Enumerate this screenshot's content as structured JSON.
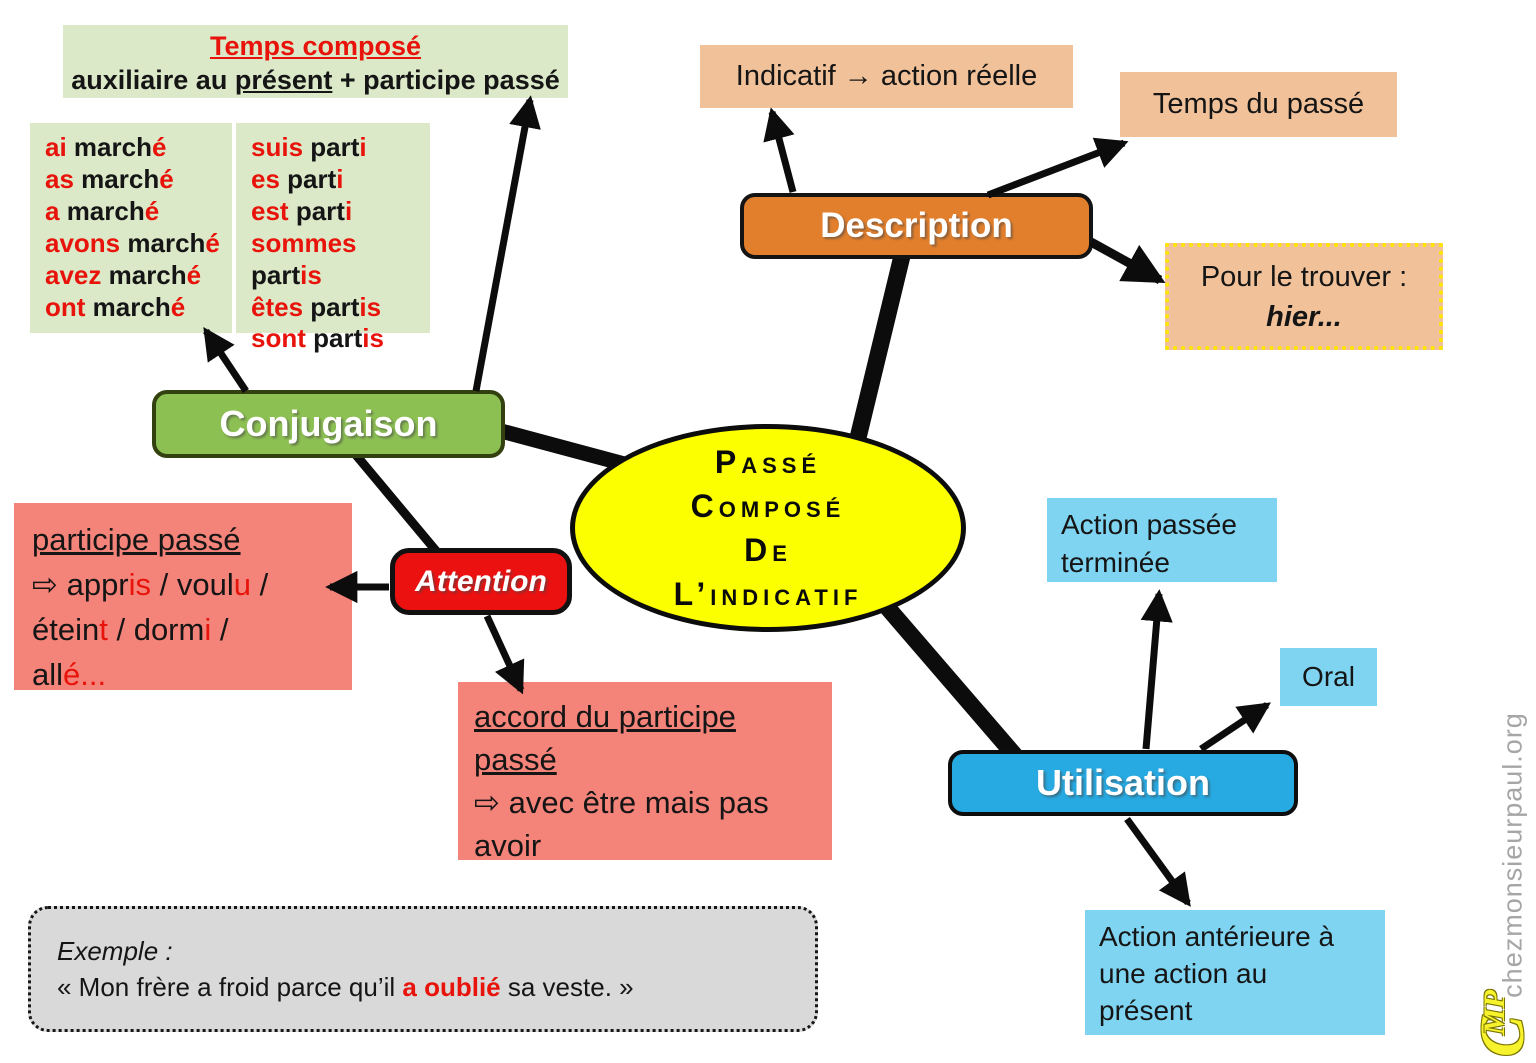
{
  "palette": {
    "red_text": "#e8140b",
    "node_green": "#8dc053",
    "node_orange": "#e27f2d",
    "node_blue": "#27a9e1",
    "node_red": "#ec1111",
    "ellipse_yellow": "#fcff00",
    "light_green": "#dbe9c9",
    "peach": "#f1c29a",
    "salmon": "#f48379",
    "light_blue": "#7fd4f2",
    "example_gray": "#d9d9d9",
    "trouver_border_yellow": "#ffe600"
  },
  "center": {
    "lines": [
      "Passé",
      "Composé",
      "De",
      "L’indicatif"
    ]
  },
  "conjugaison": {
    "label": "Conjugaison",
    "formula": {
      "title_segments": [
        {
          "t": "Temps composé",
          "c": "#e8140b",
          "u": true
        }
      ],
      "line2_segments": [
        {
          "t": "auxiliaire au "
        },
        {
          "t": "présent",
          "u": true
        },
        {
          "t": " + participe passé"
        }
      ]
    },
    "avoir_rows": [
      [
        {
          "t": "ai ",
          "c": "#e8140b"
        },
        {
          "t": "march"
        },
        {
          "t": "é",
          "c": "#e8140b"
        }
      ],
      [
        {
          "t": "as ",
          "c": "#e8140b"
        },
        {
          "t": "march"
        },
        {
          "t": "é",
          "c": "#e8140b"
        }
      ],
      [
        {
          "t": "a ",
          "c": "#e8140b"
        },
        {
          "t": "march"
        },
        {
          "t": "é",
          "c": "#e8140b"
        }
      ],
      [
        {
          "t": "avons ",
          "c": "#e8140b"
        },
        {
          "t": "march"
        },
        {
          "t": "é",
          "c": "#e8140b"
        }
      ],
      [
        {
          "t": "avez ",
          "c": "#e8140b"
        },
        {
          "t": "march"
        },
        {
          "t": "é",
          "c": "#e8140b"
        }
      ],
      [
        {
          "t": "ont ",
          "c": "#e8140b"
        },
        {
          "t": "march"
        },
        {
          "t": "é",
          "c": "#e8140b"
        }
      ]
    ],
    "etre_rows": [
      [
        {
          "t": "suis ",
          "c": "#e8140b"
        },
        {
          "t": "part"
        },
        {
          "t": "i",
          "c": "#e8140b"
        }
      ],
      [
        {
          "t": "es ",
          "c": "#e8140b"
        },
        {
          "t": "part"
        },
        {
          "t": "i",
          "c": "#e8140b"
        }
      ],
      [
        {
          "t": "est ",
          "c": "#e8140b"
        },
        {
          "t": "part"
        },
        {
          "t": "i",
          "c": "#e8140b"
        }
      ],
      [
        {
          "t": "sommes ",
          "c": "#e8140b"
        },
        {
          "t": "part"
        },
        {
          "t": "is",
          "c": "#e8140b"
        }
      ],
      [
        {
          "t": "êtes ",
          "c": "#e8140b"
        },
        {
          "t": "part"
        },
        {
          "t": "is",
          "c": "#e8140b"
        }
      ],
      [
        {
          "t": "sont ",
          "c": "#e8140b"
        },
        {
          "t": "part"
        },
        {
          "t": "is",
          "c": "#e8140b"
        }
      ]
    ],
    "participe": {
      "line1": [
        {
          "t": "participe passé",
          "u": true
        }
      ],
      "line2": [
        {
          "t": "⇨ appr"
        },
        {
          "t": "is",
          "c": "#e8140b"
        },
        {
          "t": " / voul"
        },
        {
          "t": "u",
          "c": "#e8140b"
        },
        {
          "t": " /"
        }
      ],
      "line3": [
        {
          "t": "étein"
        },
        {
          "t": "t",
          "c": "#e8140b"
        },
        {
          "t": " / dorm"
        },
        {
          "t": "i",
          "c": "#e8140b"
        },
        {
          "t": " /"
        }
      ],
      "line4": [
        {
          "t": "all"
        },
        {
          "t": "é...",
          "c": "#e8140b"
        }
      ]
    },
    "attention_label": "Attention",
    "accord": {
      "line1": [
        {
          "t": "accord du participe",
          "u": true
        }
      ],
      "line2": [
        {
          "t": "passé",
          "u": true
        }
      ],
      "line3": [
        {
          "t": "⇨ avec être mais pas"
        }
      ],
      "line4": [
        {
          "t": "avoir"
        }
      ]
    }
  },
  "description": {
    "label": "Description",
    "indicatif": "Indicatif → action réelle",
    "temps_du_passe": "Temps du passé",
    "trouver": {
      "line1": "Pour le trouver :",
      "line2": "hier..."
    }
  },
  "utilisation": {
    "label": "Utilisation",
    "action_passee": [
      "Action passée",
      "terminée"
    ],
    "oral": "Oral",
    "action_anterieure": [
      "Action antérieure à",
      "une action au",
      "présent"
    ]
  },
  "exemple": {
    "line1": [
      {
        "t": "Exemple :",
        "i": true
      }
    ],
    "line2": [
      {
        "t": "« Mon frère a froid parce qu’il "
      },
      {
        "t": "a oublié",
        "c": "#e8140b",
        "b": true
      },
      {
        "t": " sa veste. »"
      }
    ]
  },
  "watermark": "chezmonsieurpaul.org",
  "logo": {
    "c": "C",
    "mp": "MP"
  }
}
